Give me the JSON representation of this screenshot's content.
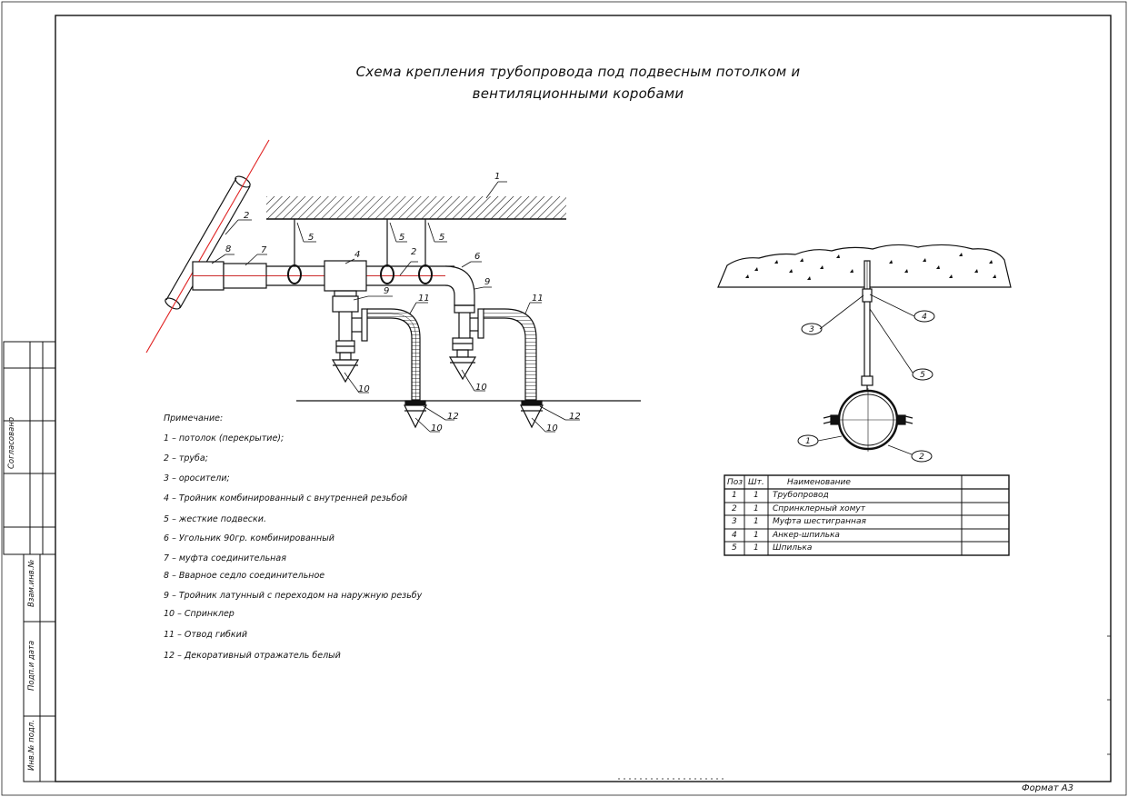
{
  "title": {
    "line1": "Схема крепления трубопровода под подвесным потолком и",
    "line2": "вентиляционными коробами"
  },
  "left_diagram_labels": [
    "1",
    "2",
    "8",
    "7",
    "4",
    "5",
    "5",
    "5",
    "2",
    "6",
    "9",
    "9",
    "11",
    "11",
    "10",
    "10",
    "10",
    "10",
    "12",
    "12"
  ],
  "right_diagram_labels": [
    "3",
    "4",
    "5",
    "1",
    "2"
  ],
  "notes": {
    "heading": "Примечание:",
    "items": [
      "1 – потолок (перекрытие);",
      "2 – труба;",
      "3 – оросители;",
      "4 – Тройник комбинированный с внутренней резьбой",
      "5 – жесткие подвески.",
      "6 – Угольник 90гр. комбинированный",
      "7 – муфта соединительная",
      "8 – Вварное седло соединительное",
      "9 – Тройник латунный с переходом на наружную резьбу",
      "10 – Спринклер",
      "11 – Отвод гибкий",
      "12 – Декоративный отражатель белый"
    ]
  },
  "spec_table": {
    "headers": [
      "Поз",
      "Шт.",
      "Наименование",
      ""
    ],
    "rows": [
      [
        "1",
        "1",
        "Трубопровод"
      ],
      [
        "2",
        "1",
        "Спринклерный хомут"
      ],
      [
        "3",
        "1",
        "Муфта шестигранная"
      ],
      [
        "4",
        "1",
        "Анкер-шпилька"
      ],
      [
        "5",
        "1",
        "Шпилька"
      ]
    ]
  },
  "side_stamp": {
    "approved": "Согласовано",
    "inv_replace": "Взам.инв.№",
    "sign_date": "Подп.и дата",
    "inv_orig": "Инв.№ подл."
  },
  "format_label": "Формат A3",
  "colors": {
    "ink": "#111111",
    "axis": "#e02020",
    "pipe_center": "#cc2a2a"
  }
}
